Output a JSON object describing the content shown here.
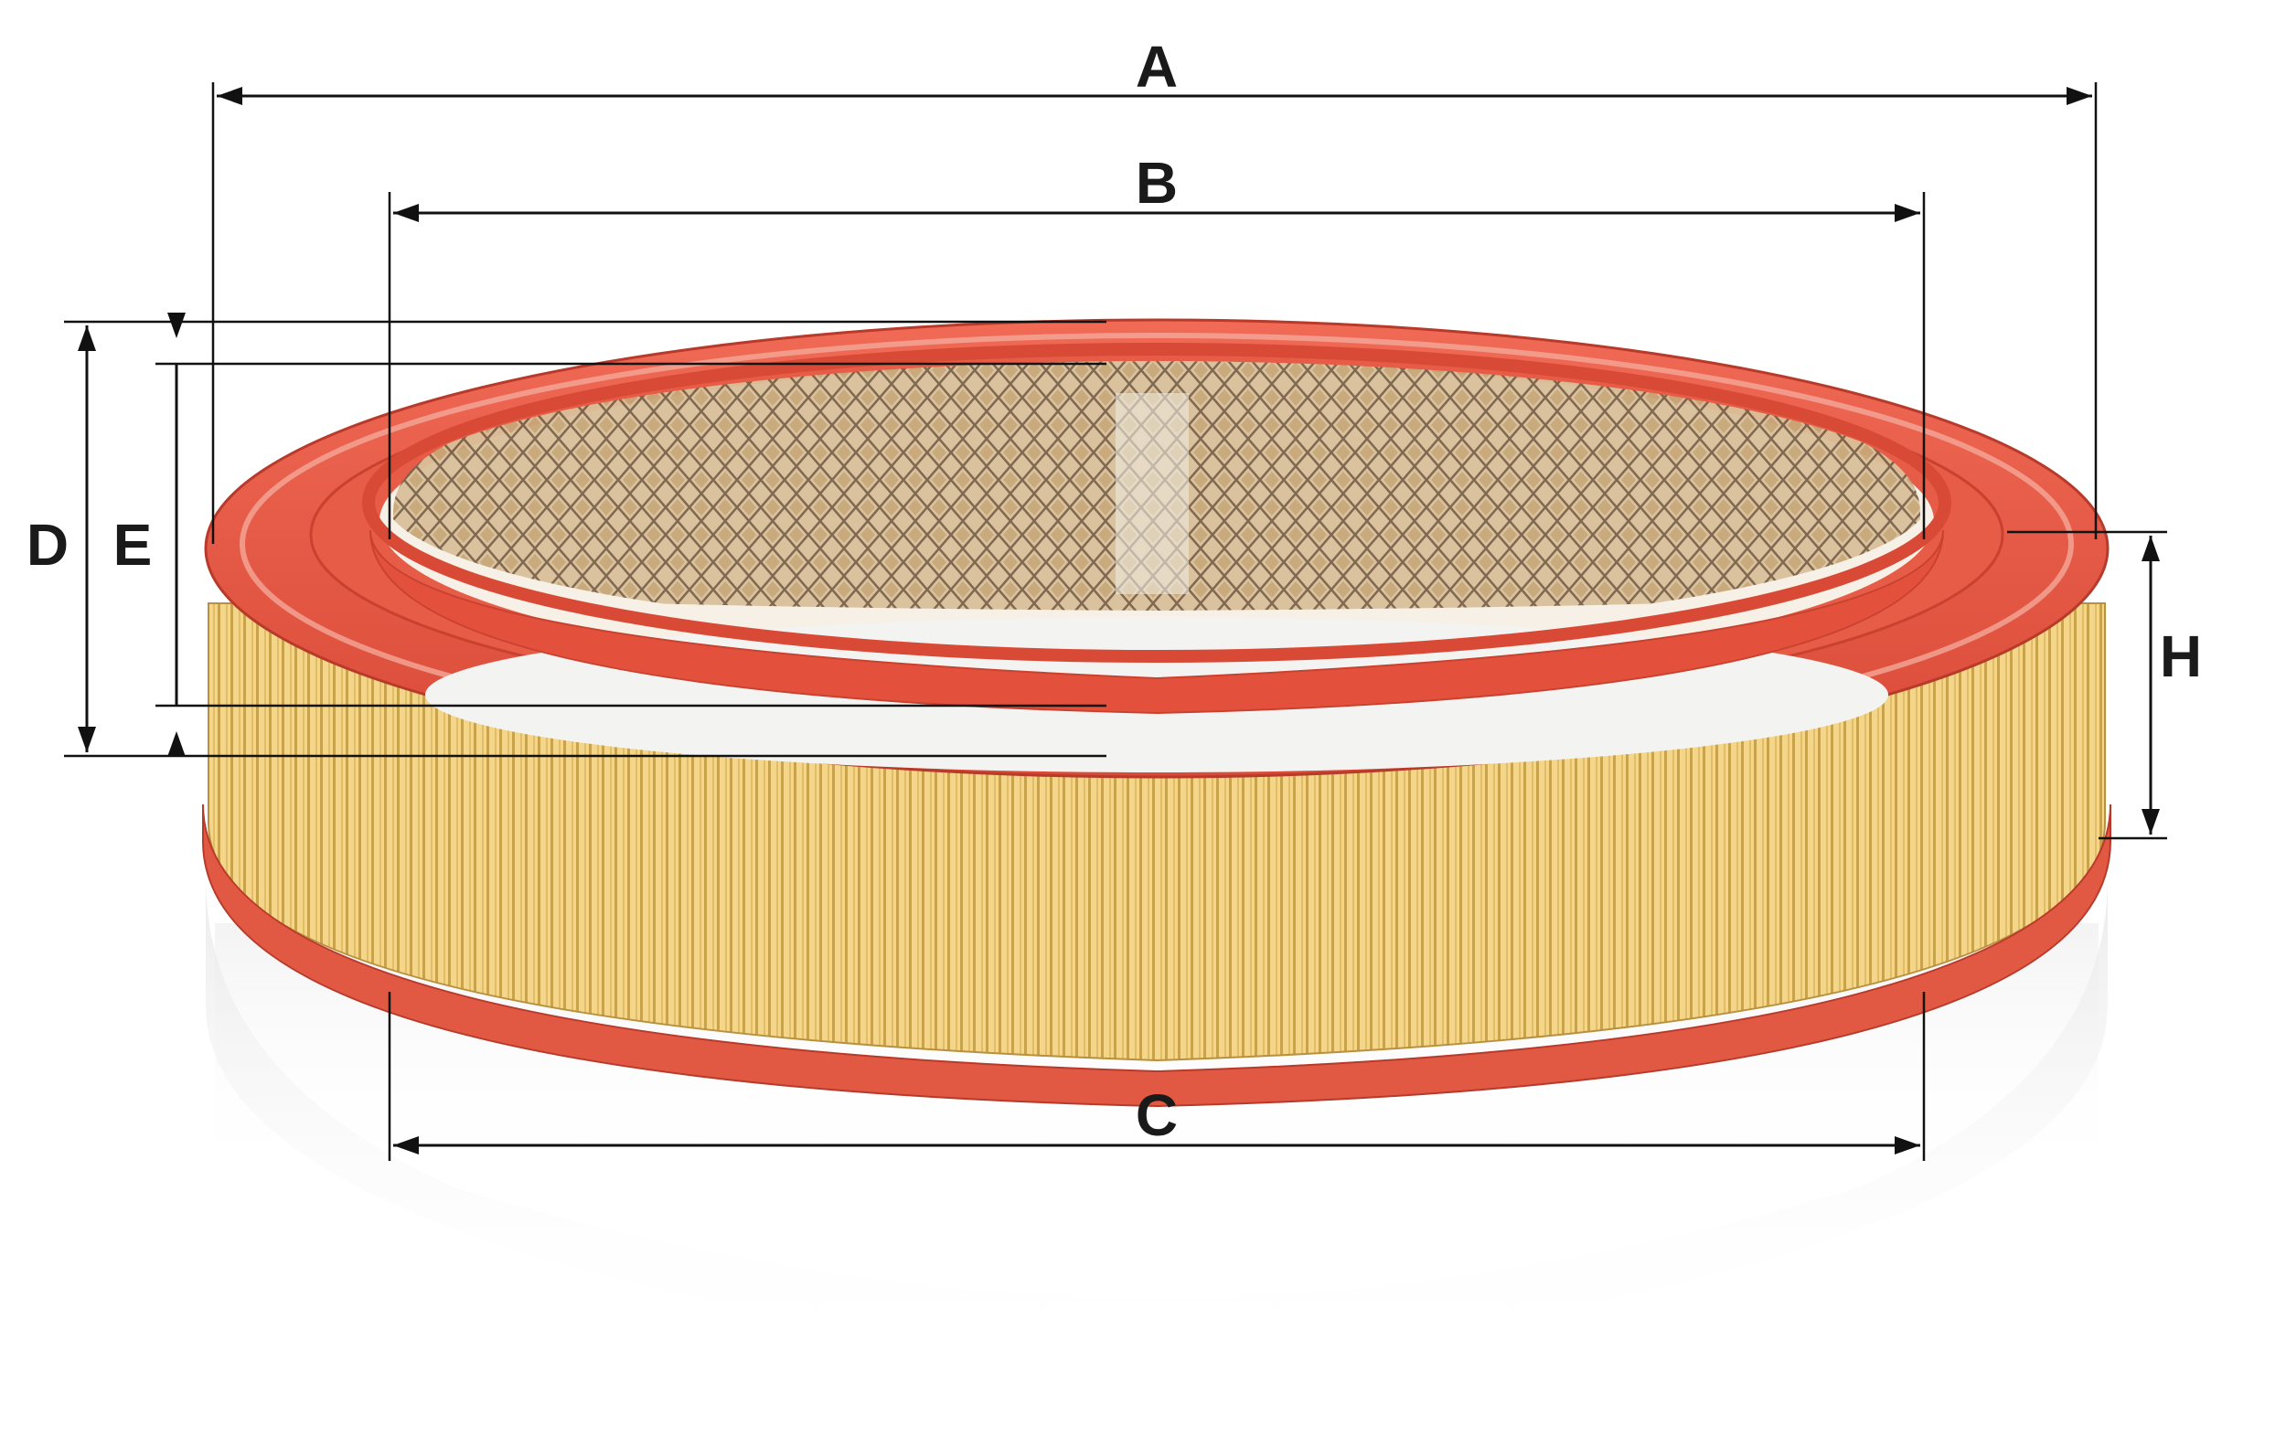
{
  "image": {
    "subject": "air-filter",
    "colors": {
      "seal_red": "#e45a45",
      "seal_red_dark": "#c9412f",
      "seal_highlight": "#f4a89a",
      "pleat_yellow": "#f3d68a",
      "pleat_shadow": "#c9a24c",
      "mesh_tan": "#c8a877",
      "mesh_dark": "#7a6248",
      "dimension_line": "#111111"
    }
  },
  "dimensions": {
    "a": "A",
    "b": "B",
    "c": "C",
    "d": "D",
    "e": "E",
    "h": "H"
  }
}
